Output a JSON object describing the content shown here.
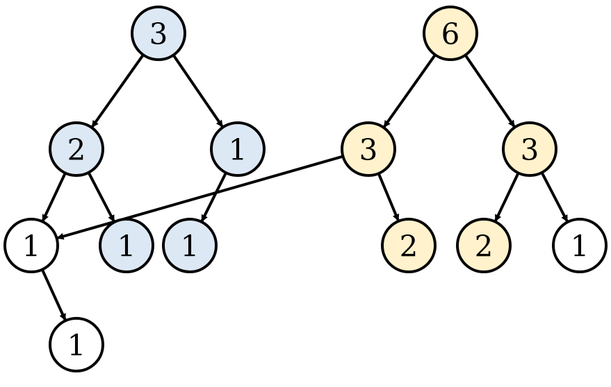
{
  "colors": {
    "blue": "#dde8f5",
    "yellow": "#fff2cc",
    "white": "#ffffff",
    "stroke": "#000000"
  },
  "trees": [
    {
      "name": "left-tree",
      "nodes": [
        {
          "id": "L-root",
          "label": "3",
          "fill": "blue"
        },
        {
          "id": "L-a",
          "label": "2",
          "fill": "blue"
        },
        {
          "id": "L-b",
          "label": "1",
          "fill": "blue"
        },
        {
          "id": "L-c",
          "label": "1",
          "fill": "white"
        },
        {
          "id": "L-d",
          "label": "1",
          "fill": "blue"
        },
        {
          "id": "L-e",
          "label": "1",
          "fill": "blue"
        },
        {
          "id": "L-f",
          "label": "1",
          "fill": "white"
        }
      ]
    },
    {
      "name": "right-tree",
      "nodes": [
        {
          "id": "R-root",
          "label": "6",
          "fill": "yellow"
        },
        {
          "id": "R-a",
          "label": "3",
          "fill": "yellow"
        },
        {
          "id": "R-b",
          "label": "3",
          "fill": "yellow"
        },
        {
          "id": "R-c",
          "label": "2",
          "fill": "yellow"
        },
        {
          "id": "R-d",
          "label": "2",
          "fill": "yellow"
        },
        {
          "id": "R-e",
          "label": "1",
          "fill": "white"
        }
      ]
    }
  ],
  "edges": [
    {
      "from": "L-root",
      "to": "L-a"
    },
    {
      "from": "L-root",
      "to": "L-b"
    },
    {
      "from": "L-a",
      "to": "L-c"
    },
    {
      "from": "L-a",
      "to": "L-d"
    },
    {
      "from": "L-b",
      "to": "L-e"
    },
    {
      "from": "L-c",
      "to": "L-f"
    },
    {
      "from": "R-root",
      "to": "R-a"
    },
    {
      "from": "R-root",
      "to": "R-b"
    },
    {
      "from": "R-a",
      "to": "R-c"
    },
    {
      "from": "R-b",
      "to": "R-d"
    },
    {
      "from": "R-b",
      "to": "R-e"
    },
    {
      "from": "R-a",
      "to": "L-c"
    }
  ]
}
